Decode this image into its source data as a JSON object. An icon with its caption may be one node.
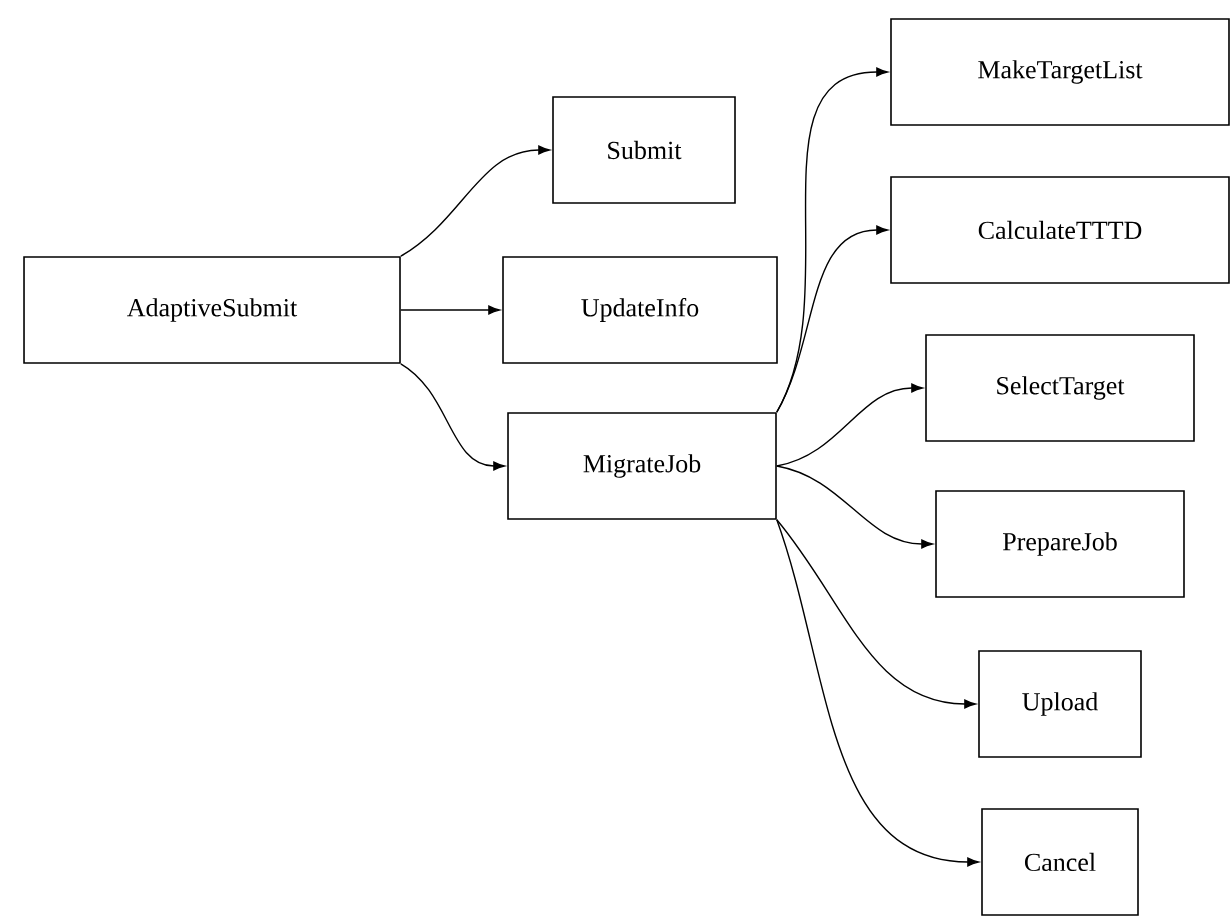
{
  "diagram": {
    "nodes": [
      {
        "text": [
          "AdaptiveSubmit"
        ]
      },
      {
        "text": [
          "Submit"
        ]
      },
      {
        "text": [
          "UpdateInfo"
        ]
      },
      {
        "text": [
          "MigrateJob"
        ]
      },
      {
        "text": [
          "MakeTargetList"
        ]
      },
      {
        "text": [
          "CalculateTTTD"
        ]
      },
      {
        "text": [
          "SelectTarget"
        ]
      },
      {
        "text": [
          "PrepareJob"
        ]
      },
      {
        "text": [
          "Upload"
        ]
      },
      {
        "text": [
          "Cancel"
        ]
      }
    ],
    "edges": [
      {
        "from": 0,
        "to": 1,
        "arrow": "to"
      },
      {
        "from": 0,
        "to": 2,
        "arrow": "to"
      },
      {
        "from": 0,
        "to": 3,
        "arrow": "to"
      },
      {
        "from": 3,
        "to": 4,
        "arrow": "to"
      },
      {
        "from": 3,
        "to": 5,
        "arrow": "to"
      },
      {
        "from": 3,
        "to": 6,
        "arrow": "to"
      },
      {
        "from": 3,
        "to": 7,
        "arrow": "to"
      },
      {
        "from": 3,
        "to": 8,
        "arrow": "to"
      },
      {
        "from": 3,
        "to": 9,
        "arrow": "to"
      }
    ]
  }
}
